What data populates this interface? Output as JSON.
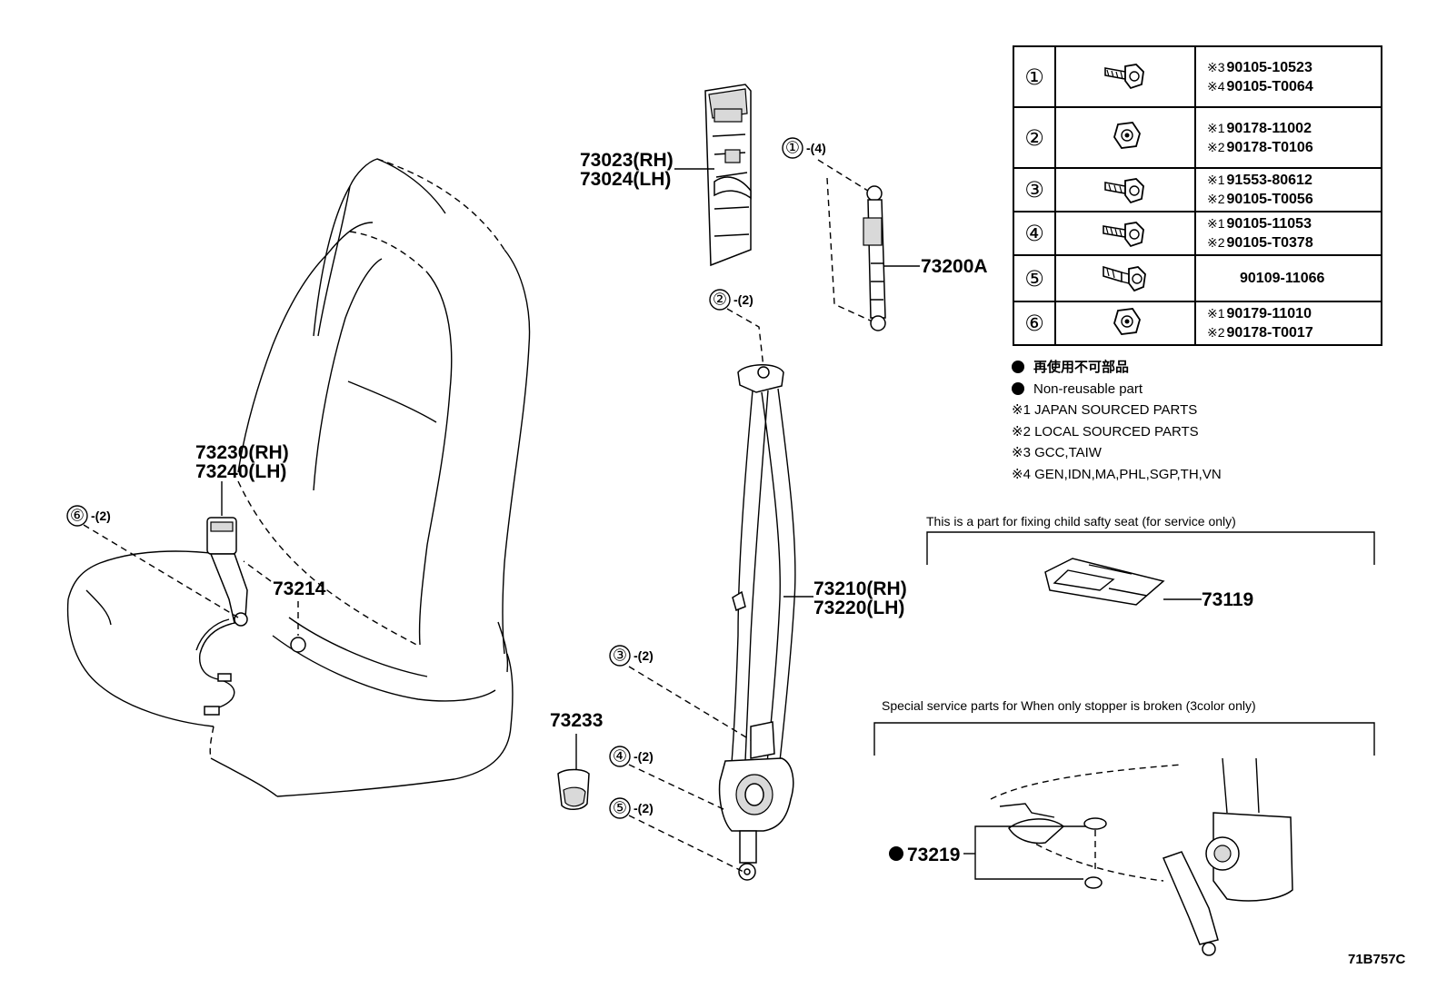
{
  "callouts": {
    "pillar_trim": [
      "73023(RH)",
      "73024(LH)"
    ],
    "anchor_adjuster": "73200A",
    "buckle": [
      "73230(RH)",
      "73240(LH)"
    ],
    "bolt_6_qty": "-(2)",
    "cover_73214": "73214",
    "cover_73233": "73233",
    "belt_assy": [
      "73210(RH)",
      "73220(LH)"
    ],
    "ref1_qty": "-(4)",
    "ref2_qty": "-(2)",
    "ref3_qty": "-(2)",
    "ref4_qty": "-(2)",
    "ref5_qty": "-(2)",
    "child_seat_part": "73119",
    "stopper_part": "73219"
  },
  "ref_markers": [
    "①",
    "②",
    "③",
    "④",
    "⑤",
    "⑥"
  ],
  "parts_table": [
    {
      "index": "①",
      "icon": "bolt-icon",
      "lines": [
        {
          "note": "※3",
          "number": "90105-10523"
        },
        {
          "note": "※4",
          "number": "90105-T0064"
        }
      ]
    },
    {
      "index": "②",
      "icon": "nut-icon",
      "lines": [
        {
          "note": "※1",
          "number": "90178-11002"
        },
        {
          "note": "※2",
          "number": "90178-T0106"
        }
      ]
    },
    {
      "index": "③",
      "icon": "bolt-icon",
      "lines": [
        {
          "note": "※1",
          "number": "91553-80612"
        },
        {
          "note": "※2",
          "number": "90105-T0056"
        }
      ]
    },
    {
      "index": "④",
      "icon": "bolt-icon",
      "lines": [
        {
          "note": "※1",
          "number": "90105-11053"
        },
        {
          "note": "※2",
          "number": "90105-T0378"
        }
      ]
    },
    {
      "index": "⑤",
      "icon": "shoulder-bolt-icon",
      "lines": [
        {
          "note": "",
          "number": "90109-11066"
        }
      ]
    },
    {
      "index": "⑥",
      "icon": "nut-icon",
      "lines": [
        {
          "note": "※1",
          "number": "90179-11010"
        },
        {
          "note": "※2",
          "number": "90178-T0017"
        }
      ]
    }
  ],
  "legend": {
    "non_reusable_jp": "再使用不可部品",
    "non_reusable_en": "Non-reusable part",
    "notes": [
      "※1 JAPAN SOURCED PARTS",
      "※2 LOCAL SOURCED PARTS",
      "※3 GCC,TAIW",
      "※4 GEN,IDN,MA,PHL,SGP,TH,VN"
    ]
  },
  "captions": {
    "child_seat": "This is a part for fixing child safty seat (for service only)",
    "stopper": "Special service parts for When only stopper is broken (3color only)"
  },
  "doc_code": "71B757C"
}
